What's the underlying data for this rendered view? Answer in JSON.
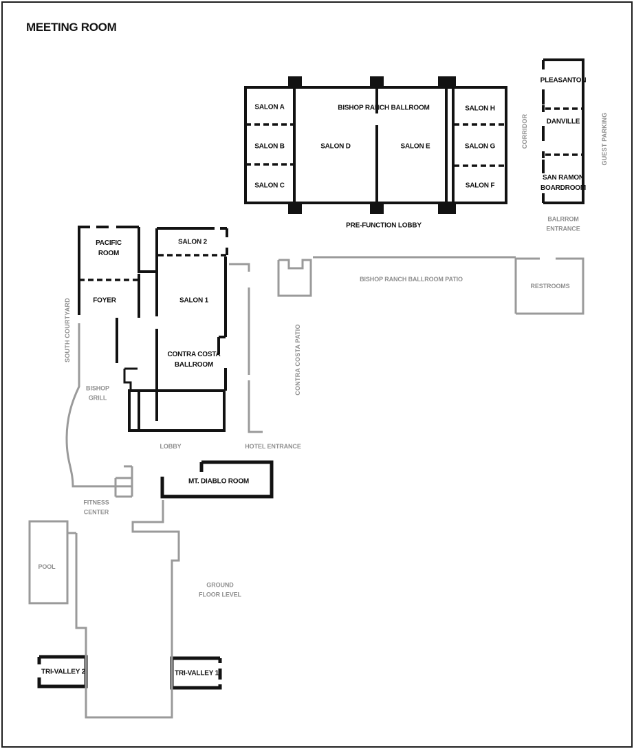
{
  "title": "MEETING ROOM",
  "colors": {
    "wall": "#121212",
    "walkway_line": "#9a9a9a",
    "room_label": "#121212",
    "area_label": "#8f8f8f"
  },
  "ballroom_complex": {
    "title": "BISHOP RANCH BALLROOM",
    "salons_left": [
      "SALON A",
      "SALON B",
      "SALON C"
    ],
    "salon_d": "SALON D",
    "salon_e": "SALON E",
    "salons_right": [
      "SALON H",
      "SALON G",
      "SALON F"
    ],
    "pre_function_lobby": "PRE-FUNCTION LOBBY",
    "corridor": "CORRIDOR"
  },
  "boardroom_wing": {
    "pleasanton": "PLEASANTON",
    "danville": "DANVILLE",
    "san_ramon_boardroom": [
      "SAN RAMON",
      "BOARDROOM"
    ],
    "ballroom_entrance": [
      "BALRROM",
      "ENTRANCE"
    ],
    "guest_parking": "GUEST PARKING"
  },
  "contra_costa_wing": {
    "pacific_room": [
      "PACIFIC",
      "ROOM"
    ],
    "salon_2": "SALON 2",
    "foyer": "FOYER",
    "salon_1": "SALON 1",
    "contra_costa_ballroom": [
      "CONTRA COSTA",
      "BALLROOM"
    ],
    "south_courtyard": "SOUTH COURTYARD",
    "bishop_grill": [
      "BISHOP",
      "GRILL"
    ],
    "lobby": "LOBBY",
    "hotel_entrance": "HOTEL ENTRANCE",
    "contra_costa_patio": "CONTRA COSTA PATIO",
    "bishop_ranch_ballroom_patio": "BISHOP RANCH BALLROOM PATIO",
    "restrooms": "RESTROOMS"
  },
  "ground_floor": {
    "mt_diablo_room": "MT. DIABLO ROOM",
    "fitness_center": [
      "FITNESS",
      "CENTER"
    ],
    "pool": "POOL",
    "ground_floor_level": [
      "GROUND",
      "FLOOR LEVEL"
    ],
    "tri_valley_2": "TRI-VALLEY 2",
    "tri_valley_1": "TRI-VALLEY 1"
  }
}
